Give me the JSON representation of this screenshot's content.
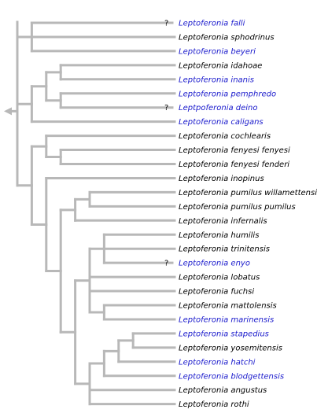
{
  "colors": {
    "branch": "#b8b8b8",
    "label_default": "#000000",
    "label_link": "#1a1acc",
    "question": "#000000",
    "back_arrow": "#b8b8b8"
  },
  "back_arrow_icon": "left-triangle-icon",
  "question_mark": "?",
  "tree": {
    "children": [
      {
        "children": [
          {
            "label": "Leptoferonia falli",
            "link": true,
            "uncertain": true
          },
          {
            "label": "Leptoferonia sphodrinus",
            "link": false
          },
          {
            "label": "Leptoferonia beyeri",
            "link": true
          }
        ]
      },
      {
        "children": [
          {
            "children": [
              {
                "children": [
                  {
                    "label": "Leptoferonia idahoae",
                    "link": false
                  },
                  {
                    "label": "Leptoferonia inanis",
                    "link": true
                  }
                ]
              },
              {
                "children": [
                  {
                    "label": "Leptoferonia pemphredo",
                    "link": true
                  },
                  {
                    "label": "Leptpoferonia deino",
                    "link": true,
                    "uncertain": true
                  }
                ]
              }
            ]
          },
          {
            "label": "Leptoferonia caligans",
            "link": true
          }
        ]
      },
      {
        "children": [
          {
            "children": [
              {
                "label": "Leptoferonia cochlearis",
                "link": false
              },
              {
                "children": [
                  {
                    "label": "Leptoferonia fenyesi fenyesi",
                    "link": false
                  },
                  {
                    "label": "Leptoferonia fenyesi fenderi",
                    "link": false
                  }
                ]
              }
            ]
          },
          {
            "children": [
              {
                "label": "Leptoferonia inopinus",
                "link": false
              },
              {
                "children": [
                  {
                    "children": [
                      {
                        "children": [
                          {
                            "label": "Leptoferonia pumilus willamettensis",
                            "link": false
                          },
                          {
                            "label": "Leptoferonia pumilus pumilus",
                            "link": false
                          }
                        ]
                      },
                      {
                        "label": "Leptoferonia infernalis",
                        "link": false
                      }
                    ]
                  },
                  {
                    "children": [
                      {
                        "children": [
                          {
                            "children": [
                              {
                                "label": "Leptoferonia humilis",
                                "link": false
                              },
                              {
                                "label": "Leptoferonia trinitensis",
                                "link": false
                              },
                              {
                                "label": "Leptoferonia enyo",
                                "link": true,
                                "uncertain": true
                              }
                            ]
                          },
                          {
                            "label": "Leptoferonia lobatus",
                            "link": false
                          },
                          {
                            "label": "Leptoferonia fuchsi",
                            "link": false
                          },
                          {
                            "children": [
                              {
                                "label": "Leptoferonia mattolensis",
                                "link": false
                              },
                              {
                                "label": "Leptoferonia marinensis",
                                "link": true
                              }
                            ]
                          }
                        ]
                      },
                      {
                        "children": [
                          {
                            "children": [
                              {
                                "children": [
                                  {
                                    "children": [
                                      {
                                        "label": "Leptoferonia stapedius",
                                        "link": true
                                      },
                                      {
                                        "label": "Leptoferonia yosemitensis",
                                        "link": false
                                      }
                                    ]
                                  },
                                  {
                                    "label": "Leptoferonia hatchi",
                                    "link": true
                                  }
                                ]
                              },
                              {
                                "label": "Leptoferonia blodgettensis",
                                "link": true
                              }
                            ]
                          },
                          {
                            "label": "Leptoferonia angustus",
                            "link": false
                          },
                          {
                            "label": "Leptoferonia rothi",
                            "link": false
                          }
                        ]
                      }
                    ]
                  }
                ]
              }
            ]
          }
        ]
      }
    ]
  }
}
